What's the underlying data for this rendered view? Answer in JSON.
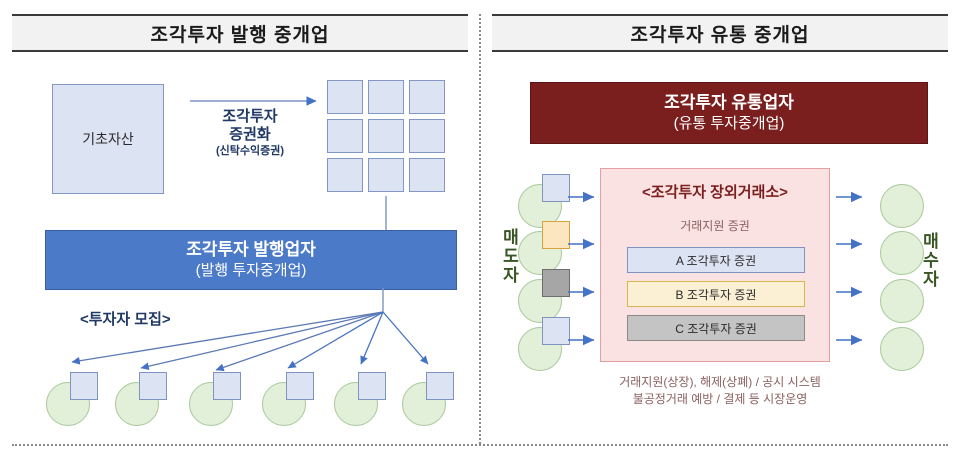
{
  "headers": {
    "left": "조각투자 발행 중개업",
    "right": "조각투자 유통 중개업"
  },
  "left_panel": {
    "asset_box": "기초자산",
    "securitization": {
      "line1": "조각투자",
      "line2": "증권화",
      "note": "(신탁수익증권)"
    },
    "token_grid_count": 9,
    "issuer": {
      "title": "조각투자 발행업자",
      "subtitle": "(발행 투자중개업)"
    },
    "recruit_label": "<투자자 모집>",
    "investors": [
      {
        "name": "investor-1",
        "square": "blue"
      },
      {
        "name": "investor-2",
        "square": "blue"
      },
      {
        "name": "investor-3",
        "square": "blue"
      },
      {
        "name": "investor-4",
        "square": "blue"
      },
      {
        "name": "investor-5",
        "square": "blue"
      },
      {
        "name": "investor-6",
        "square": "blue"
      }
    ]
  },
  "right_panel": {
    "distributor": {
      "title": "조각투자 유통업자",
      "subtitle": "(유통 투자중개업)"
    },
    "otc": {
      "title": "<조각투자 장외거래소>",
      "subtitle": "거래지원 증권",
      "securities": [
        {
          "label": "A 조각투자 증권",
          "color": "blue"
        },
        {
          "label": "B 조각투자 증권",
          "color": "yellow"
        },
        {
          "label": "C 조각투자 증권",
          "color": "gray"
        }
      ]
    },
    "seller_label": "매도자",
    "buyer_label": "매수자",
    "sellers": [
      {
        "name": "seller-1",
        "square": "blue"
      },
      {
        "name": "seller-2",
        "square": "yellow"
      },
      {
        "name": "seller-3",
        "square": "gray"
      },
      {
        "name": "seller-4",
        "square": "blue"
      }
    ],
    "buyers": [
      {
        "name": "buyer-1"
      },
      {
        "name": "buyer-2"
      },
      {
        "name": "buyer-3"
      },
      {
        "name": "buyer-4"
      }
    ],
    "caption_line1": "거래지원(상장), 해제(상폐) / 공시 시스템",
    "caption_line2": "불공정거래 예방 / 결제 등 시장운영"
  },
  "colors": {
    "issuer_blue": "#4a7ac8",
    "distributor_red": "#7b1e1e",
    "otc_pink": "#fbe2e2",
    "token_blue": "#dce3f2",
    "investor_green": "#e2efd9",
    "arrow_blue": "#4472c4",
    "header_gray": "#f2f2f2"
  }
}
